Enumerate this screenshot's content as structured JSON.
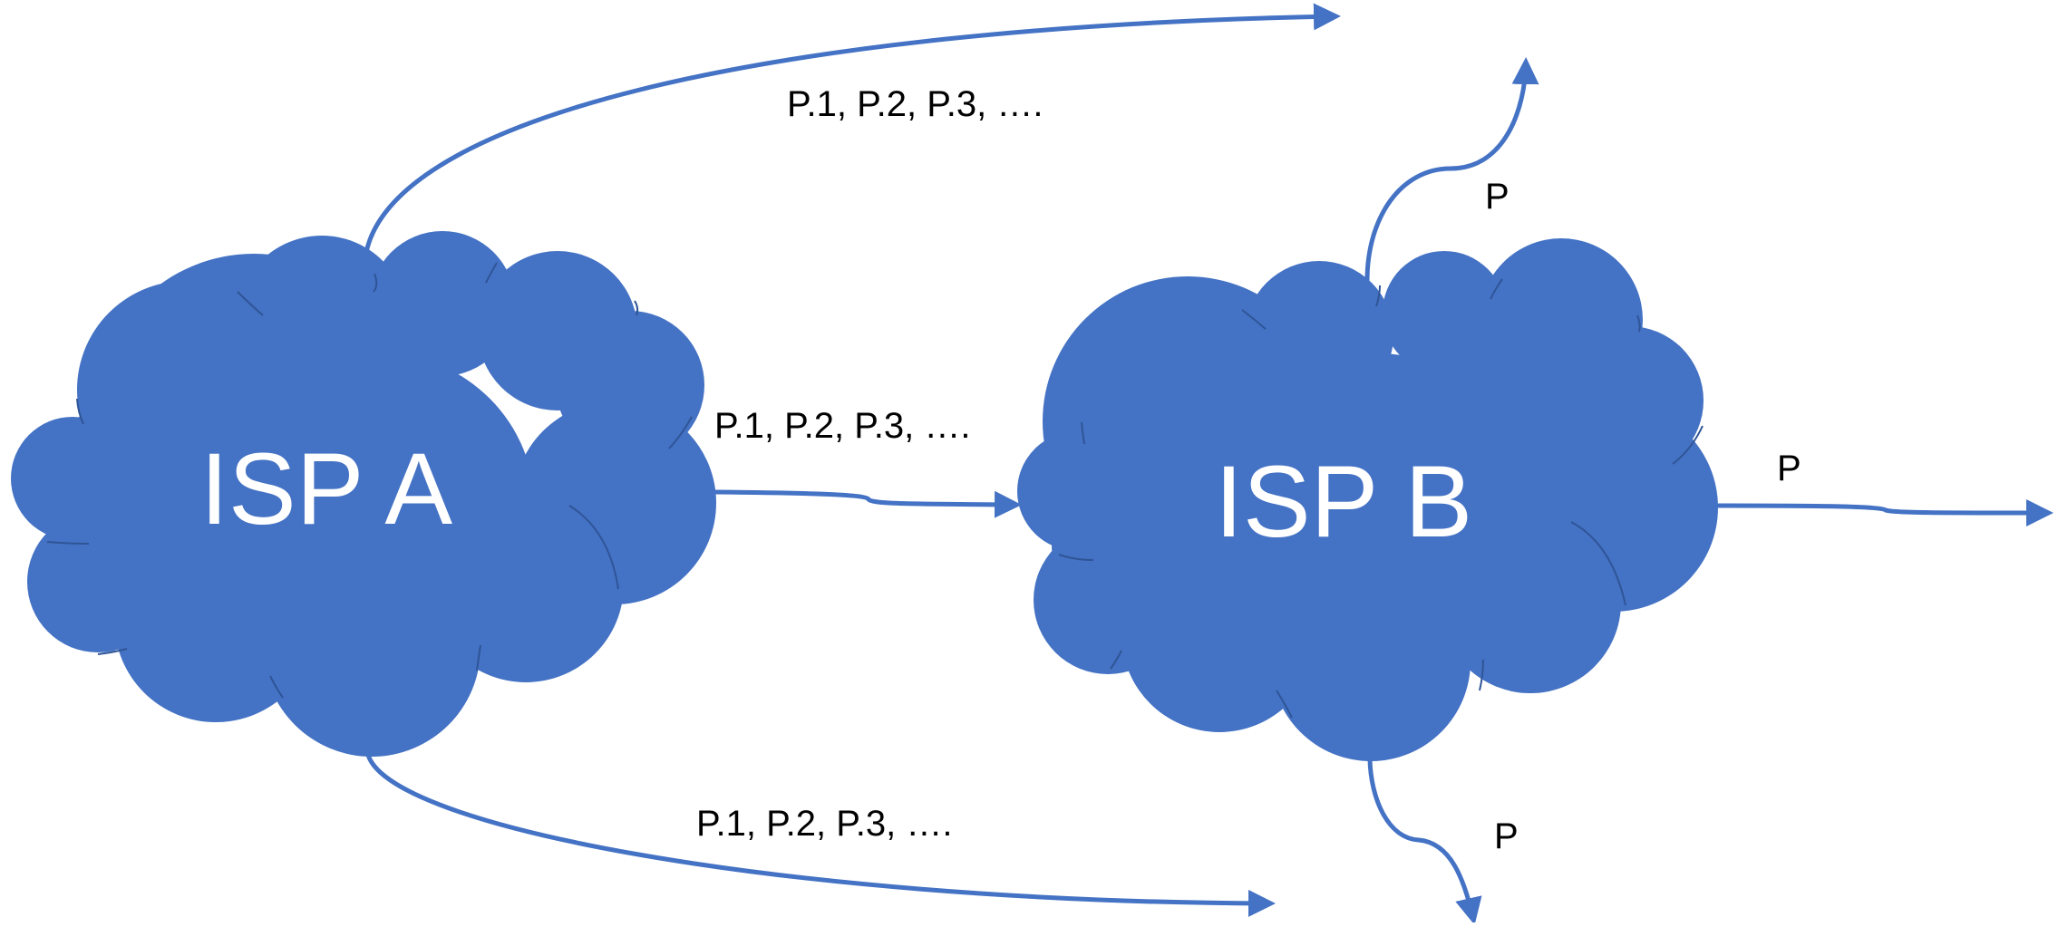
{
  "colors": {
    "cloud_fill": "#4472C4",
    "cloud_stroke": "#2F5597",
    "arrow": "#4472C4",
    "cloud_text": "#FFFFFF",
    "label_text": "#000000"
  },
  "nodes": {
    "isp_a": {
      "label": "ISP A"
    },
    "isp_b": {
      "label": "ISP B"
    }
  },
  "edges": {
    "a_top": {
      "label": "P.1, P.2, P.3, …."
    },
    "a_to_b": {
      "label": "P.1, P.2, P.3, …."
    },
    "a_bottom": {
      "label": "P.1, P.2, P.3, …."
    },
    "b_top": {
      "label": "P"
    },
    "b_right": {
      "label": "P"
    },
    "b_bottom": {
      "label": "P"
    }
  }
}
